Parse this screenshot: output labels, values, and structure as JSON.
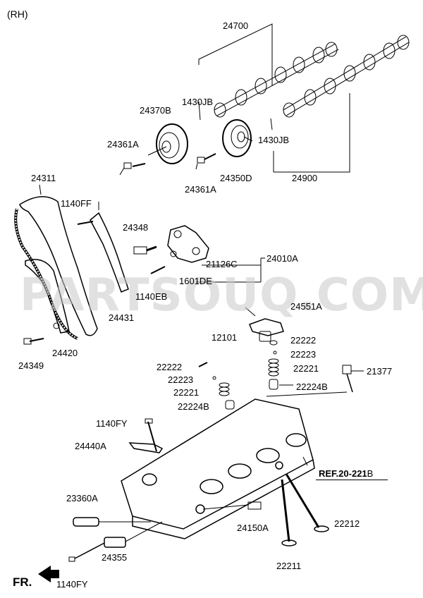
{
  "side_label": "(RH)",
  "watermark": "PARTSOUQ.COM",
  "front_label": "FR.",
  "reference": {
    "prefix": "REF.20-221",
    "suffix": "B"
  },
  "parts": {
    "p24700": "24700",
    "p1430jb_a": "1430JB",
    "p24370b": "24370B",
    "p24361a_a": "24361A",
    "p1430jb_b": "1430JB",
    "p24900": "24900",
    "p24350d": "24350D",
    "p24361a_b": "24361A",
    "p24311": "24311",
    "p1140ff": "1140FF",
    "p24348": "24348",
    "p24010a": "24010A",
    "p21126c": "21126C",
    "p1601de": "1601DE",
    "p1140eb": "1140EB",
    "p24431": "24431",
    "p24349": "24349",
    "p24420": "24420",
    "p24551a": "24551A",
    "p12101": "12101",
    "p22222_a": "22222",
    "p22223_a": "22223",
    "p22221_a": "22221",
    "p22222_b": "22222",
    "p22223_b": "22223",
    "p22221_b": "22221",
    "p21377": "21377",
    "p22224b_a": "22224B",
    "p22224b_b": "22224B",
    "p1140fy_a": "1140FY",
    "p24440a": "24440A",
    "p23360a": "23360A",
    "p24150a": "24150A",
    "p22212": "22212",
    "p24355": "24355",
    "p22211": "22211",
    "p1140fy_b": "1140FY"
  }
}
